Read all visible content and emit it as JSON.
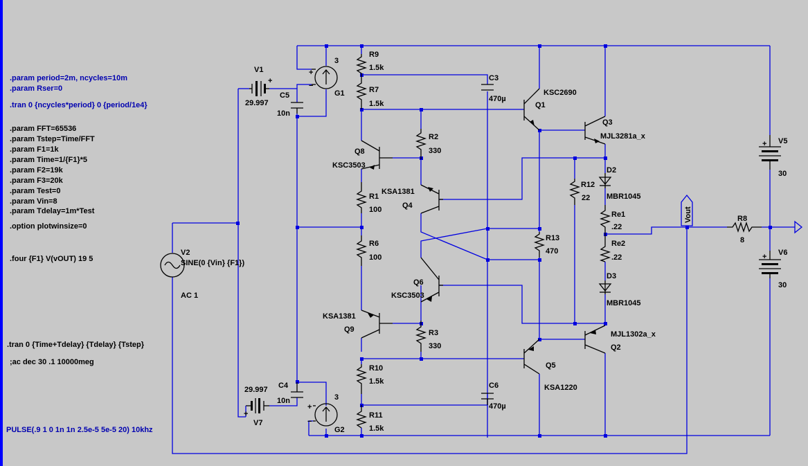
{
  "colors": {
    "background": "#c8c8c8",
    "wire": "#0000e0",
    "directive": "#0000b0",
    "component": "#000000"
  },
  "directives": {
    "param_period": ".param period=2m, ncycles=10m",
    "param_rser": ".param Rser=0",
    "tran1": ".tran 0 {ncycles*period} 0 {period/1e4}",
    "param_fft": ".param FFT=65536",
    "param_tstep": ".param Tstep=Time/FFT",
    "param_f1": ".param F1=1k",
    "param_time": ".param Time=1/{F1}*5",
    "param_f2": ".param F2=19k",
    "param_f3": ".param F3=20k",
    "param_test": ".param Test=0",
    "param_vin": ".param Vin=8",
    "param_tdelay": ".param Tdelay=1m*Test",
    "option": ".option plotwinsize=0",
    "four": ".four {F1} V(vOUT) 19 5",
    "tran2": ".tran 0 {Time+Tdelay} {Tdelay} {Tstep}",
    "ac": ";ac dec 30 .1 10000meg",
    "pulse": "PULSE(.9 1 0 1n 1n 2.5e-5 5e-5 20) 10khz"
  },
  "components": {
    "V1": {
      "name": "V1",
      "value": "29.997"
    },
    "V7": {
      "name": "V7",
      "value": "29.997"
    },
    "V2": {
      "name": "V2",
      "value": "SINE(0 {Vin} {F1})",
      "ac": "AC 1"
    },
    "V5": {
      "name": "V5",
      "value": "30"
    },
    "V6": {
      "name": "V6",
      "value": "30"
    },
    "G1": {
      "name": "G1",
      "value": "3"
    },
    "G2": {
      "name": "G2",
      "value": "3"
    },
    "C3": {
      "name": "C3",
      "value": "470µ"
    },
    "C4": {
      "name": "C4",
      "value": "10n"
    },
    "C5": {
      "name": "C5",
      "value": "10n"
    },
    "C6": {
      "name": "C6",
      "value": "470µ"
    },
    "R1": {
      "name": "R1",
      "value": "100"
    },
    "R2": {
      "name": "R2",
      "value": "330"
    },
    "R3": {
      "name": "R3",
      "value": "330"
    },
    "R6": {
      "name": "R6",
      "value": "100"
    },
    "R7": {
      "name": "R7",
      "value": "1.5k"
    },
    "R8": {
      "name": "R8",
      "value": "8"
    },
    "R9": {
      "name": "R9",
      "value": "1.5k"
    },
    "R10": {
      "name": "R10",
      "value": "1.5k"
    },
    "R11": {
      "name": "R11",
      "value": "1.5k"
    },
    "R12": {
      "name": "R12",
      "value": "22"
    },
    "R13": {
      "name": "R13",
      "value": "470"
    },
    "Re1": {
      "name": "Re1",
      "value": ".22"
    },
    "Re2": {
      "name": "Re2",
      "value": ".22"
    },
    "D2": {
      "name": "D2",
      "value": "MBR1045"
    },
    "D3": {
      "name": "D3",
      "value": "MBR1045"
    },
    "Q1": {
      "name": "Q1",
      "value": "KSC2690"
    },
    "Q2": {
      "name": "Q2",
      "value": "MJL1302a_x"
    },
    "Q3": {
      "name": "Q3",
      "value": "MJL3281a_x"
    },
    "Q4": {
      "name": "Q4",
      "value": "KSA1381"
    },
    "Q5": {
      "name": "Q5",
      "value": "KSA1220"
    },
    "Q6": {
      "name": "Q6",
      "value": "KSC3503"
    },
    "Q8": {
      "name": "Q8",
      "value": "KSC3503"
    },
    "Q9": {
      "name": "Q9",
      "value": "KSA1381"
    }
  },
  "net_labels": {
    "vout": "Vout"
  }
}
